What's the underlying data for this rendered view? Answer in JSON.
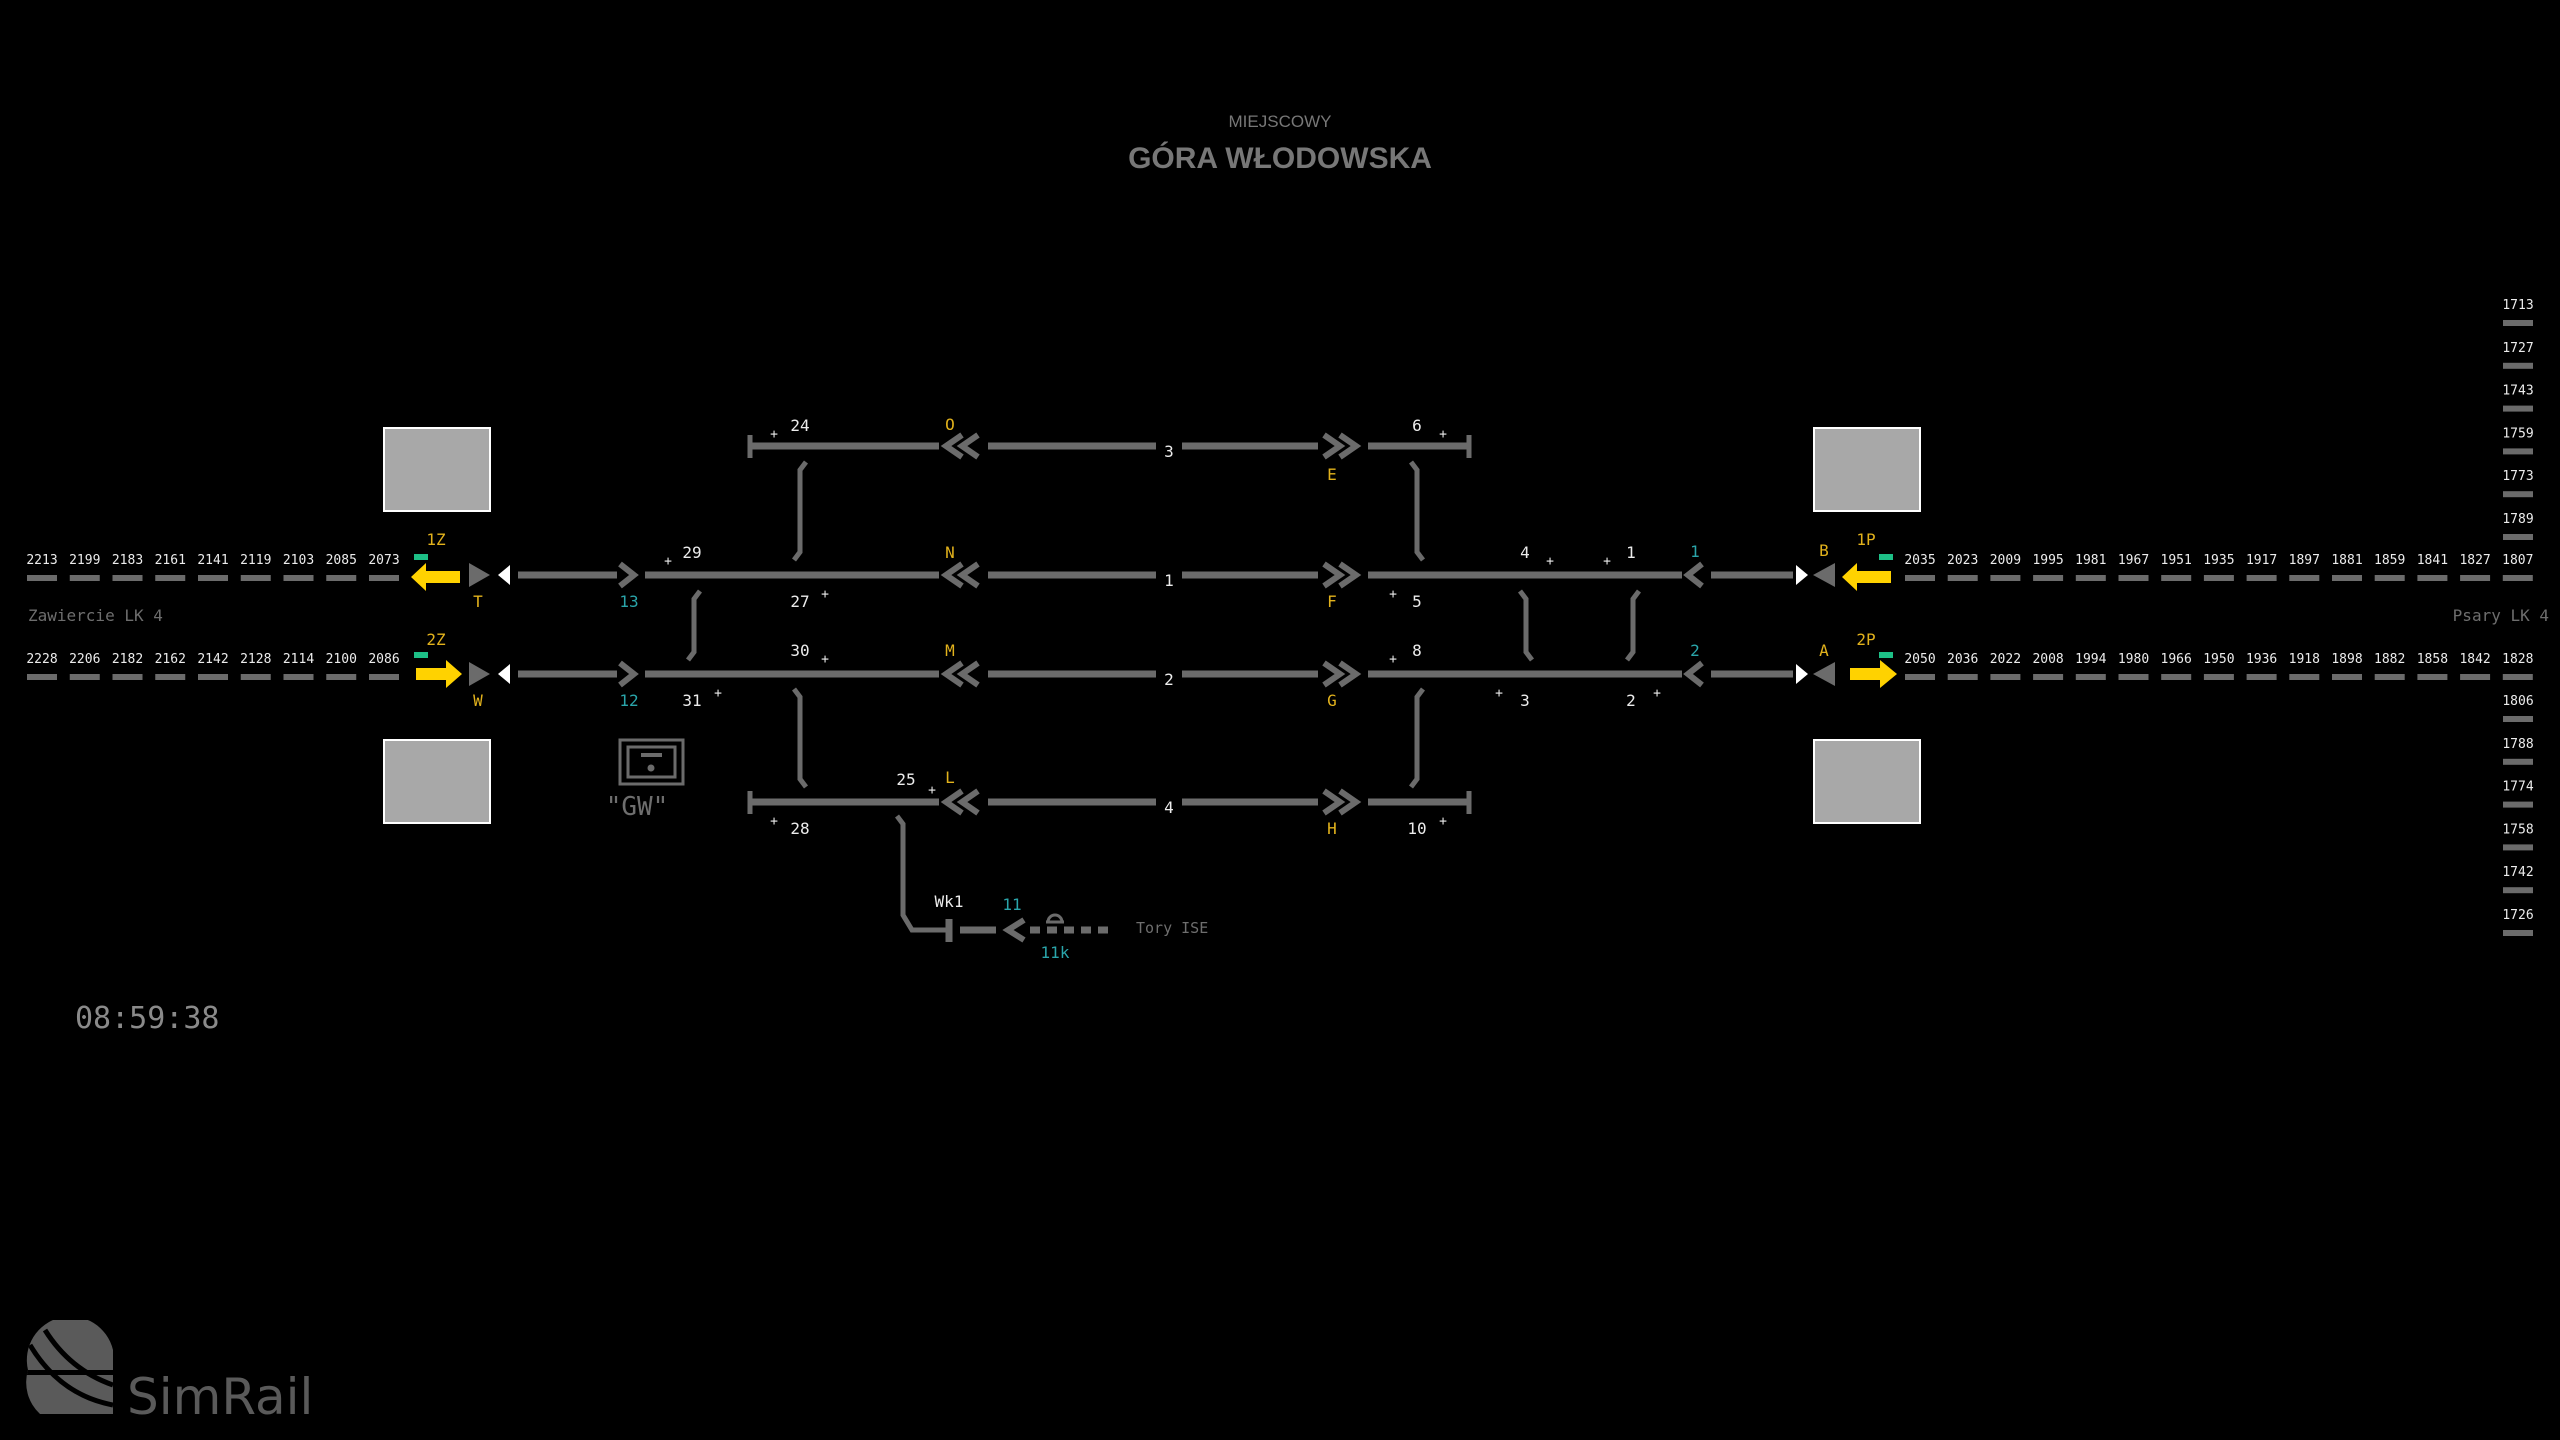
{
  "header": {
    "subtitle": "MIEJSCOWY",
    "station": "GÓRA WŁODOWSKA"
  },
  "clock": "08:59:38",
  "logo": {
    "text": "SimRail"
  },
  "directions": {
    "left": "Zawiercie LK 4",
    "right": "Psary LK 4"
  },
  "km_left": {
    "track1": [
      "2213",
      "2199",
      "2183",
      "2161",
      "2141",
      "2119",
      "2103",
      "2085",
      "2073"
    ],
    "track2": [
      "2228",
      "2206",
      "2182",
      "2162",
      "2142",
      "2128",
      "2114",
      "2100",
      "2086"
    ]
  },
  "km_right": {
    "track1": [
      "2035",
      "2023",
      "2009",
      "1995",
      "1981",
      "1967",
      "1951",
      "1935",
      "1917",
      "1897",
      "1881",
      "1859",
      "1841",
      "1827",
      "1807"
    ],
    "track2": [
      "2050",
      "2036",
      "2022",
      "2008",
      "1994",
      "1980",
      "1966",
      "1950",
      "1936",
      "1918",
      "1898",
      "1882",
      "1858",
      "1842",
      "1828"
    ],
    "upper_column": [
      "1713",
      "1727",
      "1743",
      "1759",
      "1773",
      "1789"
    ],
    "lower_column": [
      "1806",
      "1788",
      "1774",
      "1758",
      "1742",
      "1726"
    ]
  },
  "signals": {
    "s1Z": "1Z",
    "s2Z": "2Z",
    "s1P": "1P",
    "s2P": "2P",
    "T": "T",
    "W": "W",
    "B": "B",
    "A": "A",
    "O": "O",
    "N": "N",
    "M": "M",
    "L": "L",
    "E": "E",
    "F": "F",
    "G": "G",
    "H": "H",
    "Wk1": "Wk1"
  },
  "tracks": {
    "t1": "1",
    "t2": "2",
    "t3": "3",
    "t4": "4"
  },
  "sections": {
    "s13": "13",
    "s12": "12",
    "s1": "1",
    "s2": "2",
    "s11": "11",
    "s11k": "11k"
  },
  "switches": {
    "sw24": "24",
    "sw29": "29",
    "sw27": "27",
    "sw30": "30",
    "sw31": "31",
    "sw25": "25",
    "sw28": "28",
    "sw6": "6",
    "sw5": "5",
    "sw8": "8",
    "sw10": "10",
    "sw4": "4",
    "sw1": "1",
    "sw3": "3",
    "sw2": "2",
    "plus": "+"
  },
  "siding_label": "Tory ISE",
  "gw_label": "\"GW\"",
  "colors": {
    "track": "#6b6b6b",
    "signal_label": "#e2b21c",
    "section": "#2aa5aa",
    "signal_arrow": "#ffd200",
    "indicator": "#1dbf86"
  }
}
